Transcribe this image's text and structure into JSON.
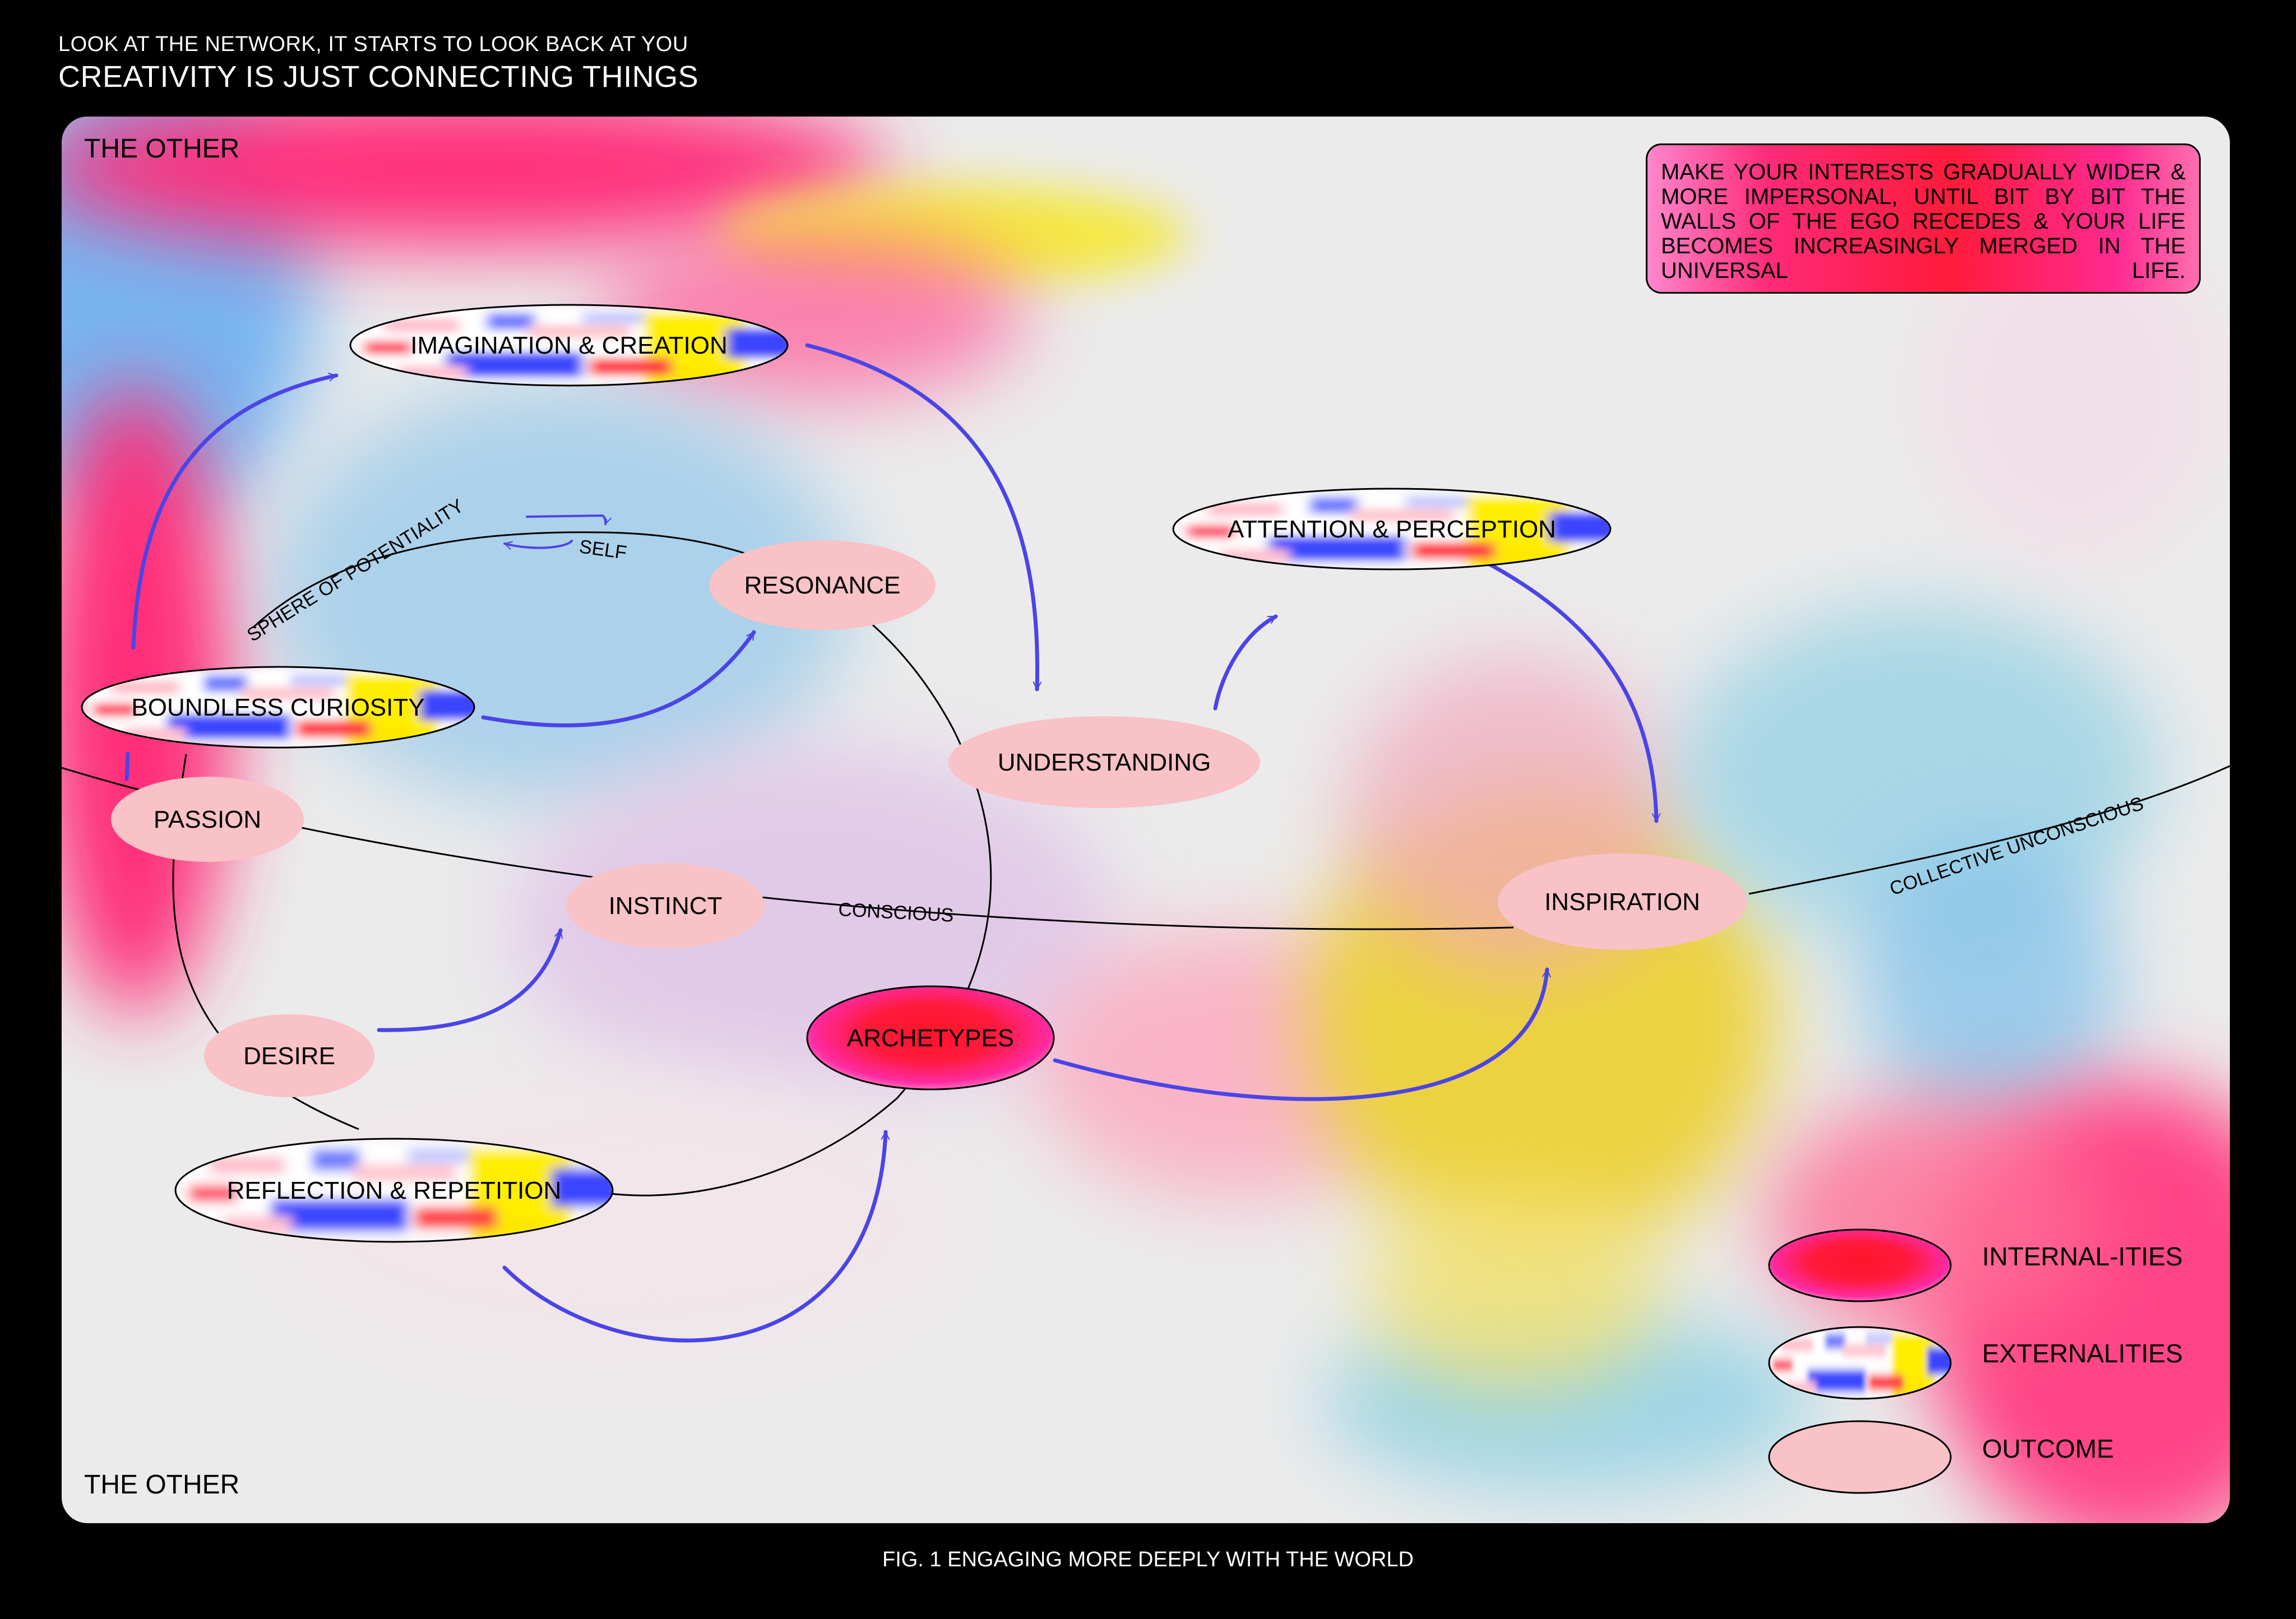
{
  "header": {
    "line1": "LOOK AT THE NETWORK, IT STARTS TO LOOK BACK AT YOU",
    "line2": "CREATIVITY IS JUST CONNECTING THINGS"
  },
  "caption": "FIG. 1 ENGAGING MORE DEEPLY WITH THE WORLD",
  "corners": {
    "top": "THE OTHER",
    "bottom": "THE OTHER"
  },
  "quote": "MAKE YOUR INTERESTS GRADUALLY WIDER & MORE IMPERSONAL, UNTIL BIT BY BIT THE WALLS OF THE EGO RECEDES & YOUR LIFE BECOMES INCREASINGLY MERGED IN THE UNIVERSAL LIFE.",
  "curve_labels": {
    "sphere": "SPHERE OF POTENTIALITY",
    "self": "SELF",
    "conscious": "CONSCIOUS",
    "collective": "COLLECTIVE UNCONSCIOUS"
  },
  "nodes": {
    "imagination": {
      "label": "IMAGINATION & CREATION",
      "kind": "externality"
    },
    "attention": {
      "label": "ATTENTION & PERCEPTION",
      "kind": "externality"
    },
    "curiosity": {
      "label": "BOUNDLESS CURIOSITY",
      "kind": "externality"
    },
    "reflection": {
      "label": "REFLECTION & REPETITION",
      "kind": "externality"
    },
    "archetypes": {
      "label": "ARCHETYPES",
      "kind": "internality"
    },
    "resonance": {
      "label": "RESONANCE",
      "kind": "outcome"
    },
    "understanding": {
      "label": "UNDERSTANDING",
      "kind": "outcome"
    },
    "passion": {
      "label": "PASSION",
      "kind": "outcome"
    },
    "instinct": {
      "label": "INSTINCT",
      "kind": "outcome"
    },
    "desire": {
      "label": "DESIRE",
      "kind": "outcome"
    },
    "inspiration": {
      "label": "INSPIRATION",
      "kind": "outcome"
    }
  },
  "legend": {
    "internal": "INTERNAL-ITIES",
    "external": "EXTERNALITIES",
    "outcome": "OUTCOME"
  },
  "colors": {
    "arrow": "#4b44e6",
    "outcome_fill": "#f8c2c6",
    "internality_core": "#ff1428",
    "internality_edge": "#ff2aa0",
    "externality_blue": "#3440ff",
    "externality_yellow": "#ffee00",
    "externality_red": "#ff2f3a"
  }
}
